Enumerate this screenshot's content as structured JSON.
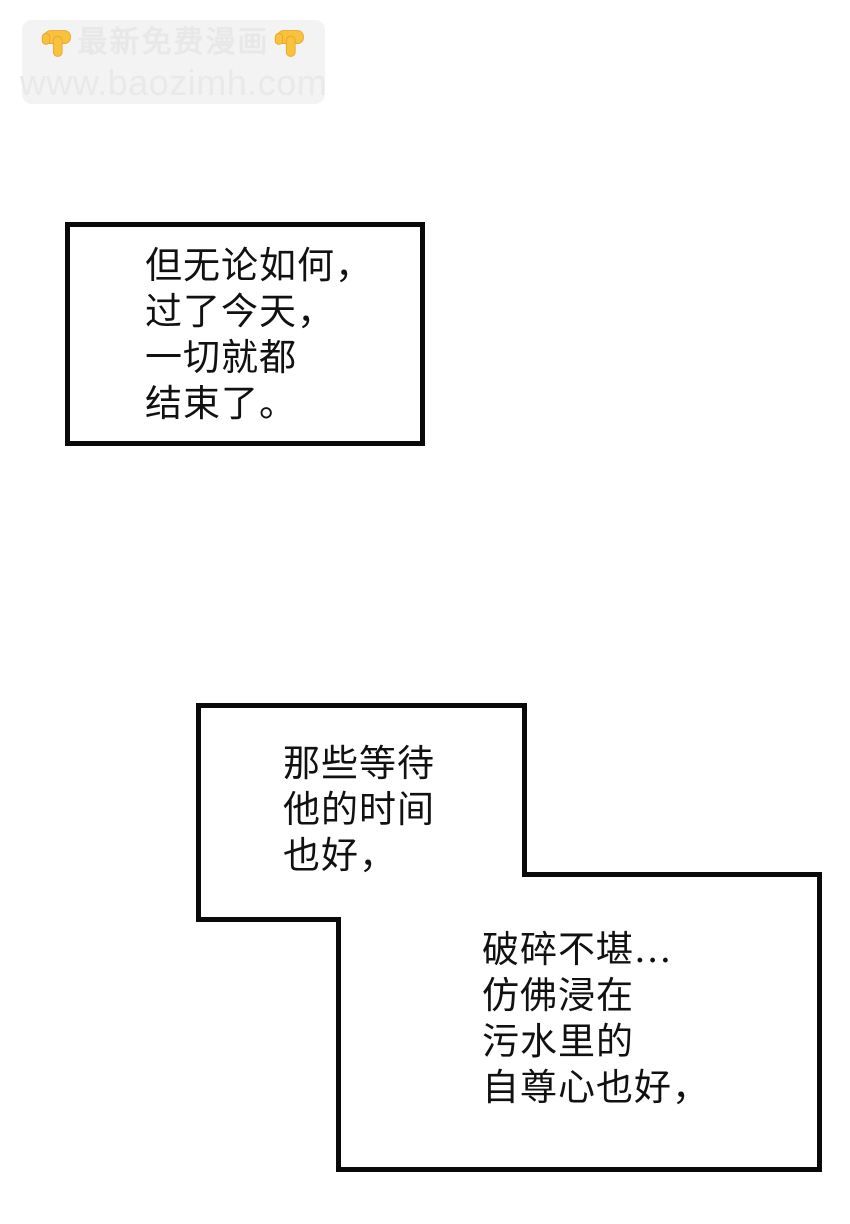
{
  "watermark": {
    "title": "最新免费漫画",
    "url": "www.baozimh.com",
    "left_icon": "pointing-down-hand",
    "right_icon": "pointing-down-hand",
    "bg_color": "#f3f3f3",
    "title_color": "#e8e8e8",
    "url_color": "#e9e9e9",
    "emoji_color": "#f9c23c"
  },
  "panels": {
    "border_color": "#0a0a0a",
    "text_color": "#111111",
    "box1": {
      "lines": [
        "但无论如何，",
        "过了今天，",
        "一切就都",
        "结束了。"
      ]
    },
    "box2_upper": {
      "lines": [
        "那些等待",
        "他的时间",
        "也好，"
      ]
    },
    "box2_lower": {
      "lines": [
        "破碎不堪...",
        "仿佛浸在",
        "污水里的",
        "自尊心也好，"
      ]
    }
  }
}
